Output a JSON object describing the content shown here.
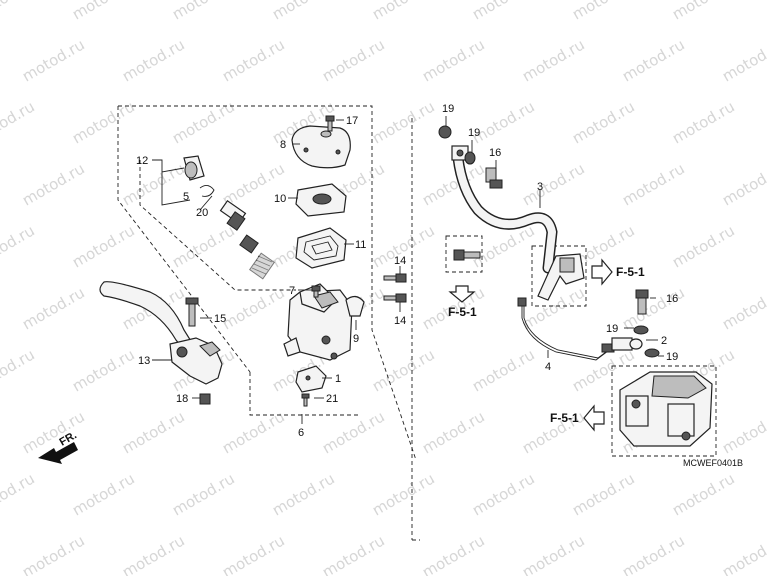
{
  "watermark": "motod.ru",
  "diagram_code": "MCWEF0401B",
  "front_marker": "FR.",
  "refs": [
    {
      "id": "ref-left",
      "text": "F-5-1"
    },
    {
      "id": "ref-right-upper",
      "text": "F-5-1"
    },
    {
      "id": "ref-right-lower",
      "text": "F-5-1"
    }
  ],
  "callouts": {
    "c1": "1",
    "c2": "2",
    "c3": "3",
    "c4": "4",
    "c5": "5",
    "c6": "6",
    "c7": "7",
    "c8": "8",
    "c9": "9",
    "c10": "10",
    "c11": "11",
    "c12": "12",
    "c13": "13",
    "c14a": "14",
    "c14b": "14",
    "c15": "15",
    "c16a": "16",
    "c16b": "16",
    "c17": "17",
    "c18": "18",
    "c19a": "19",
    "c19b": "19",
    "c19c": "19",
    "c19d": "19",
    "c20": "20",
    "c21": "21"
  }
}
